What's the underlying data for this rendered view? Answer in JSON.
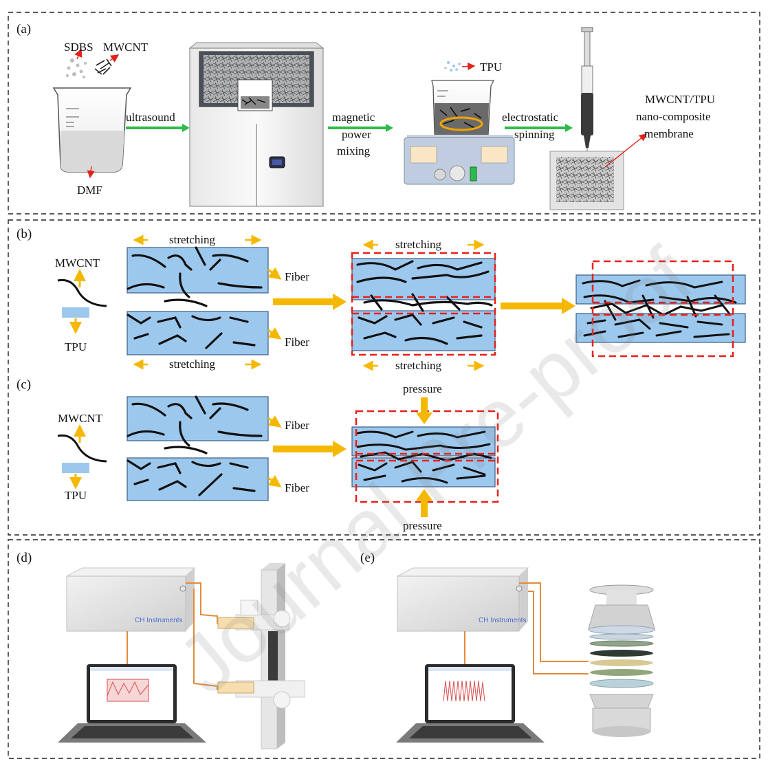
{
  "panels": {
    "a": {
      "tag": "(a)",
      "sdbs": "SDBS",
      "mwcnt": "MWCNT",
      "dmf": "DMF",
      "tpu": "TPU",
      "step1": "ultrasound",
      "step2": [
        "magnetic",
        "power",
        "mixing"
      ],
      "step3": [
        "electrostatic",
        "spinning"
      ],
      "product": [
        "MWCNT/TPU",
        "nano-composite",
        "membrane"
      ]
    },
    "b": {
      "tag": "(b)",
      "mwcnt": "MWCNT",
      "tpu": "TPU",
      "stretching": "stretching",
      "fiber": "Fiber"
    },
    "c": {
      "tag": "(c)",
      "mwcnt": "MWCNT",
      "tpu": "TPU",
      "fiber": "Fiber",
      "pressure": "pressure"
    },
    "d": {
      "tag": "(d)",
      "instrument": "CH Instruments"
    },
    "e": {
      "tag": "(e)",
      "instrument": "CH Instruments"
    }
  },
  "watermark": "Journal Pre-proof",
  "colors": {
    "fiber_fill": "#9dc8ee",
    "arrow_yellow": "#f5b800",
    "dashed_red": "#e8201a",
    "arrow_green": "#2dbb4a",
    "arrow_red": "#e0241c",
    "cable_orange": "#e38a3a"
  }
}
